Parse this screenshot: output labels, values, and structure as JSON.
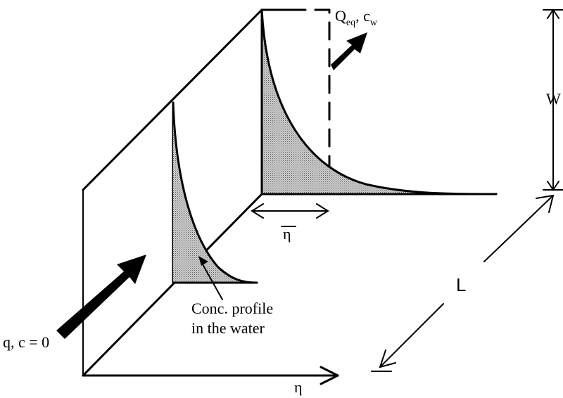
{
  "labels": {
    "outflow": "Q",
    "outflow_sub": "eq",
    "outflow_sep": ", c",
    "outflow_sub2": "w",
    "height": "W",
    "length": "L",
    "eta_bar": "η",
    "eta": "η",
    "inflow": "q, c = 0",
    "profile_line1": "Conc. profile",
    "profile_line2": "in the water"
  },
  "colors": {
    "line": "#000000",
    "shade": "#b8b8b8"
  }
}
